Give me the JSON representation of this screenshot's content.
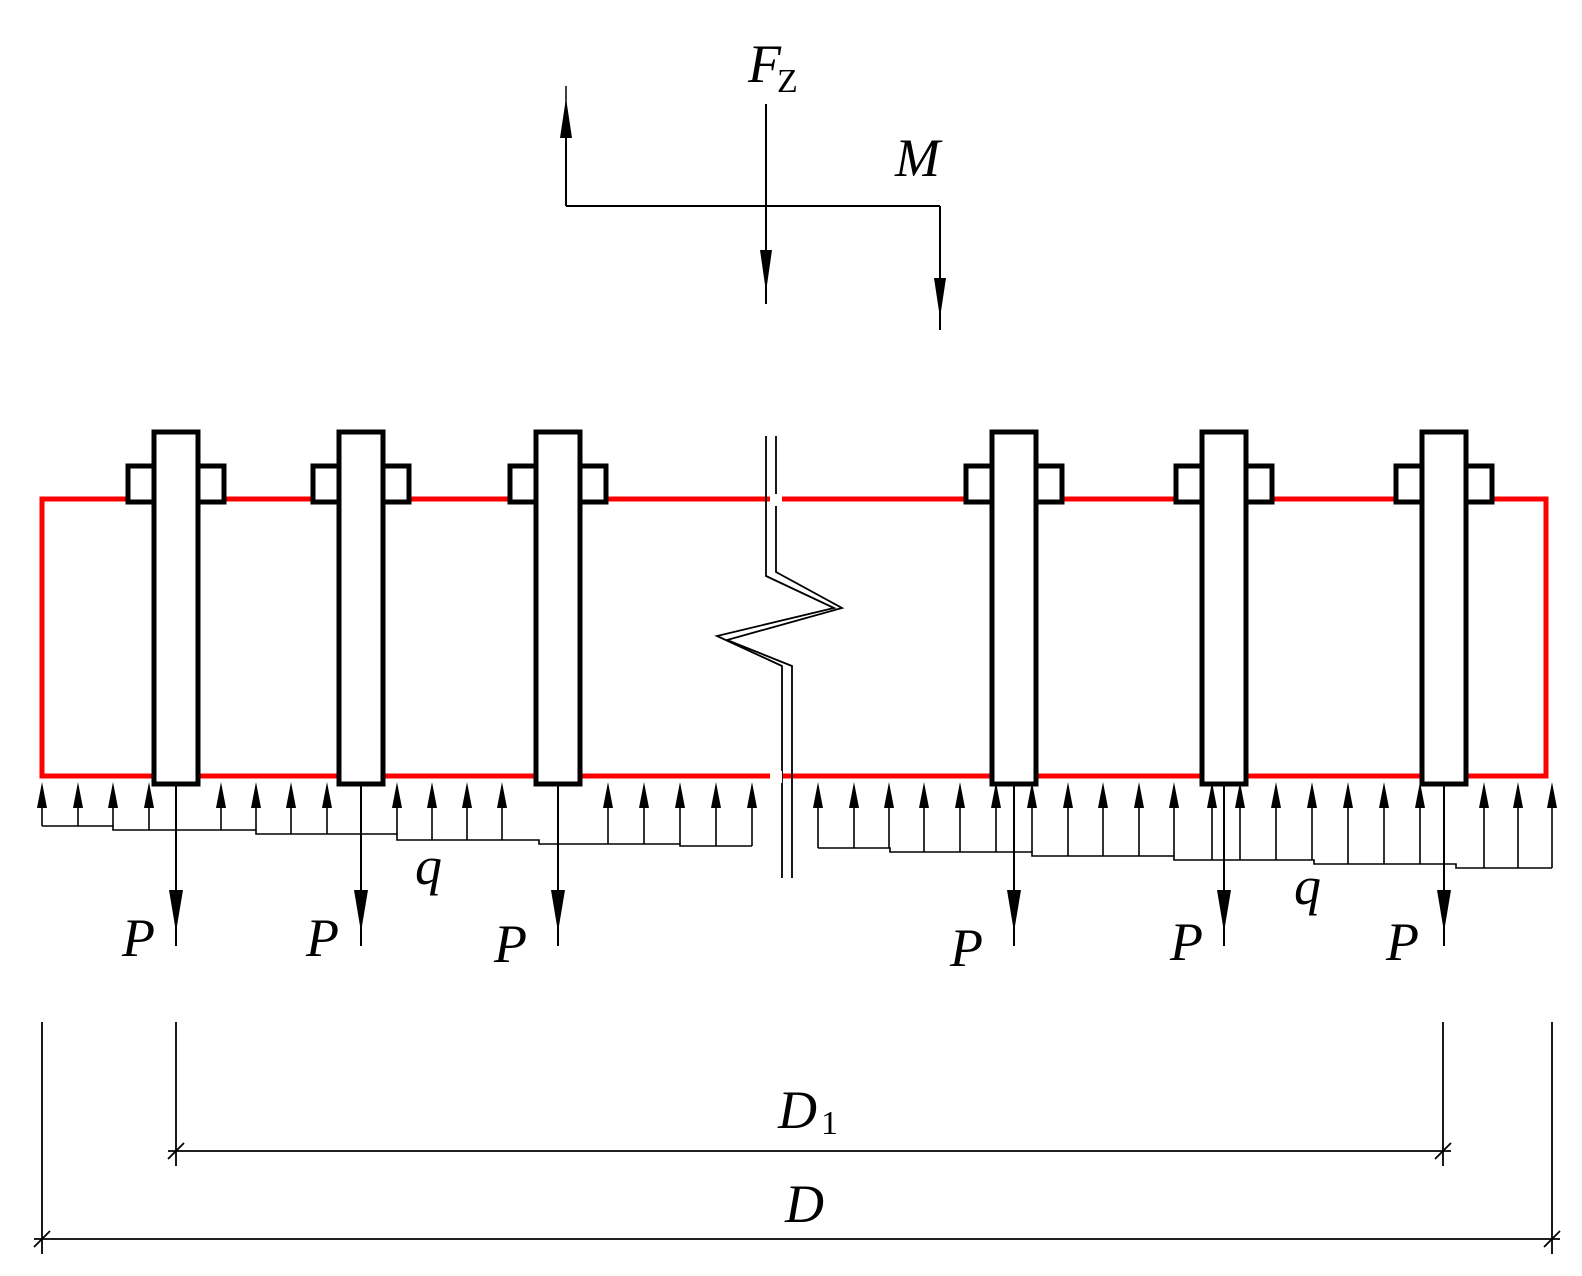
{
  "labels": {
    "fz_main": "F",
    "fz_sub": "Z",
    "moment": "M",
    "bolt_force": "P",
    "reaction_left": "q",
    "reaction_right": "q",
    "d1_main": "D",
    "d1_sub": "1",
    "d_outer": "D"
  },
  "colors": {
    "foundation_outline": "#ff0000",
    "lines": "#000000",
    "background": "#ffffff"
  }
}
